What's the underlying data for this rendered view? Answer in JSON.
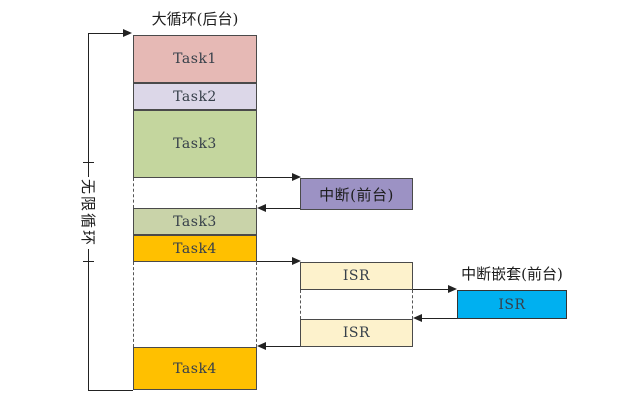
{
  "diagram": {
    "title": "大循环(后台)",
    "infinite_loop_label": "无限循环",
    "nested_interrupt_title": "中断嵌套(前台)",
    "main_blocks": [
      {
        "label": "Task1"
      },
      {
        "label": "Task2"
      },
      {
        "label": "Task3"
      },
      {
        "label": "Task3"
      },
      {
        "label": "Task4"
      },
      {
        "label": "Task4"
      }
    ],
    "interrupt_box": {
      "label": "中断(前台)"
    },
    "isr_blocks": [
      {
        "label": "ISR"
      },
      {
        "label": "ISR"
      }
    ],
    "nested_isr": {
      "label": "ISR"
    },
    "colors": {
      "task1": "#e6b9b5",
      "task2": "#dcd7e8",
      "task3": "#c4d69e",
      "task3_repeat": "#c9d3a9",
      "task4": "#ffc000",
      "interrupt": "#9c92c4",
      "isr": "#fdf2cc",
      "nested_isr": "#00b0f0"
    }
  }
}
